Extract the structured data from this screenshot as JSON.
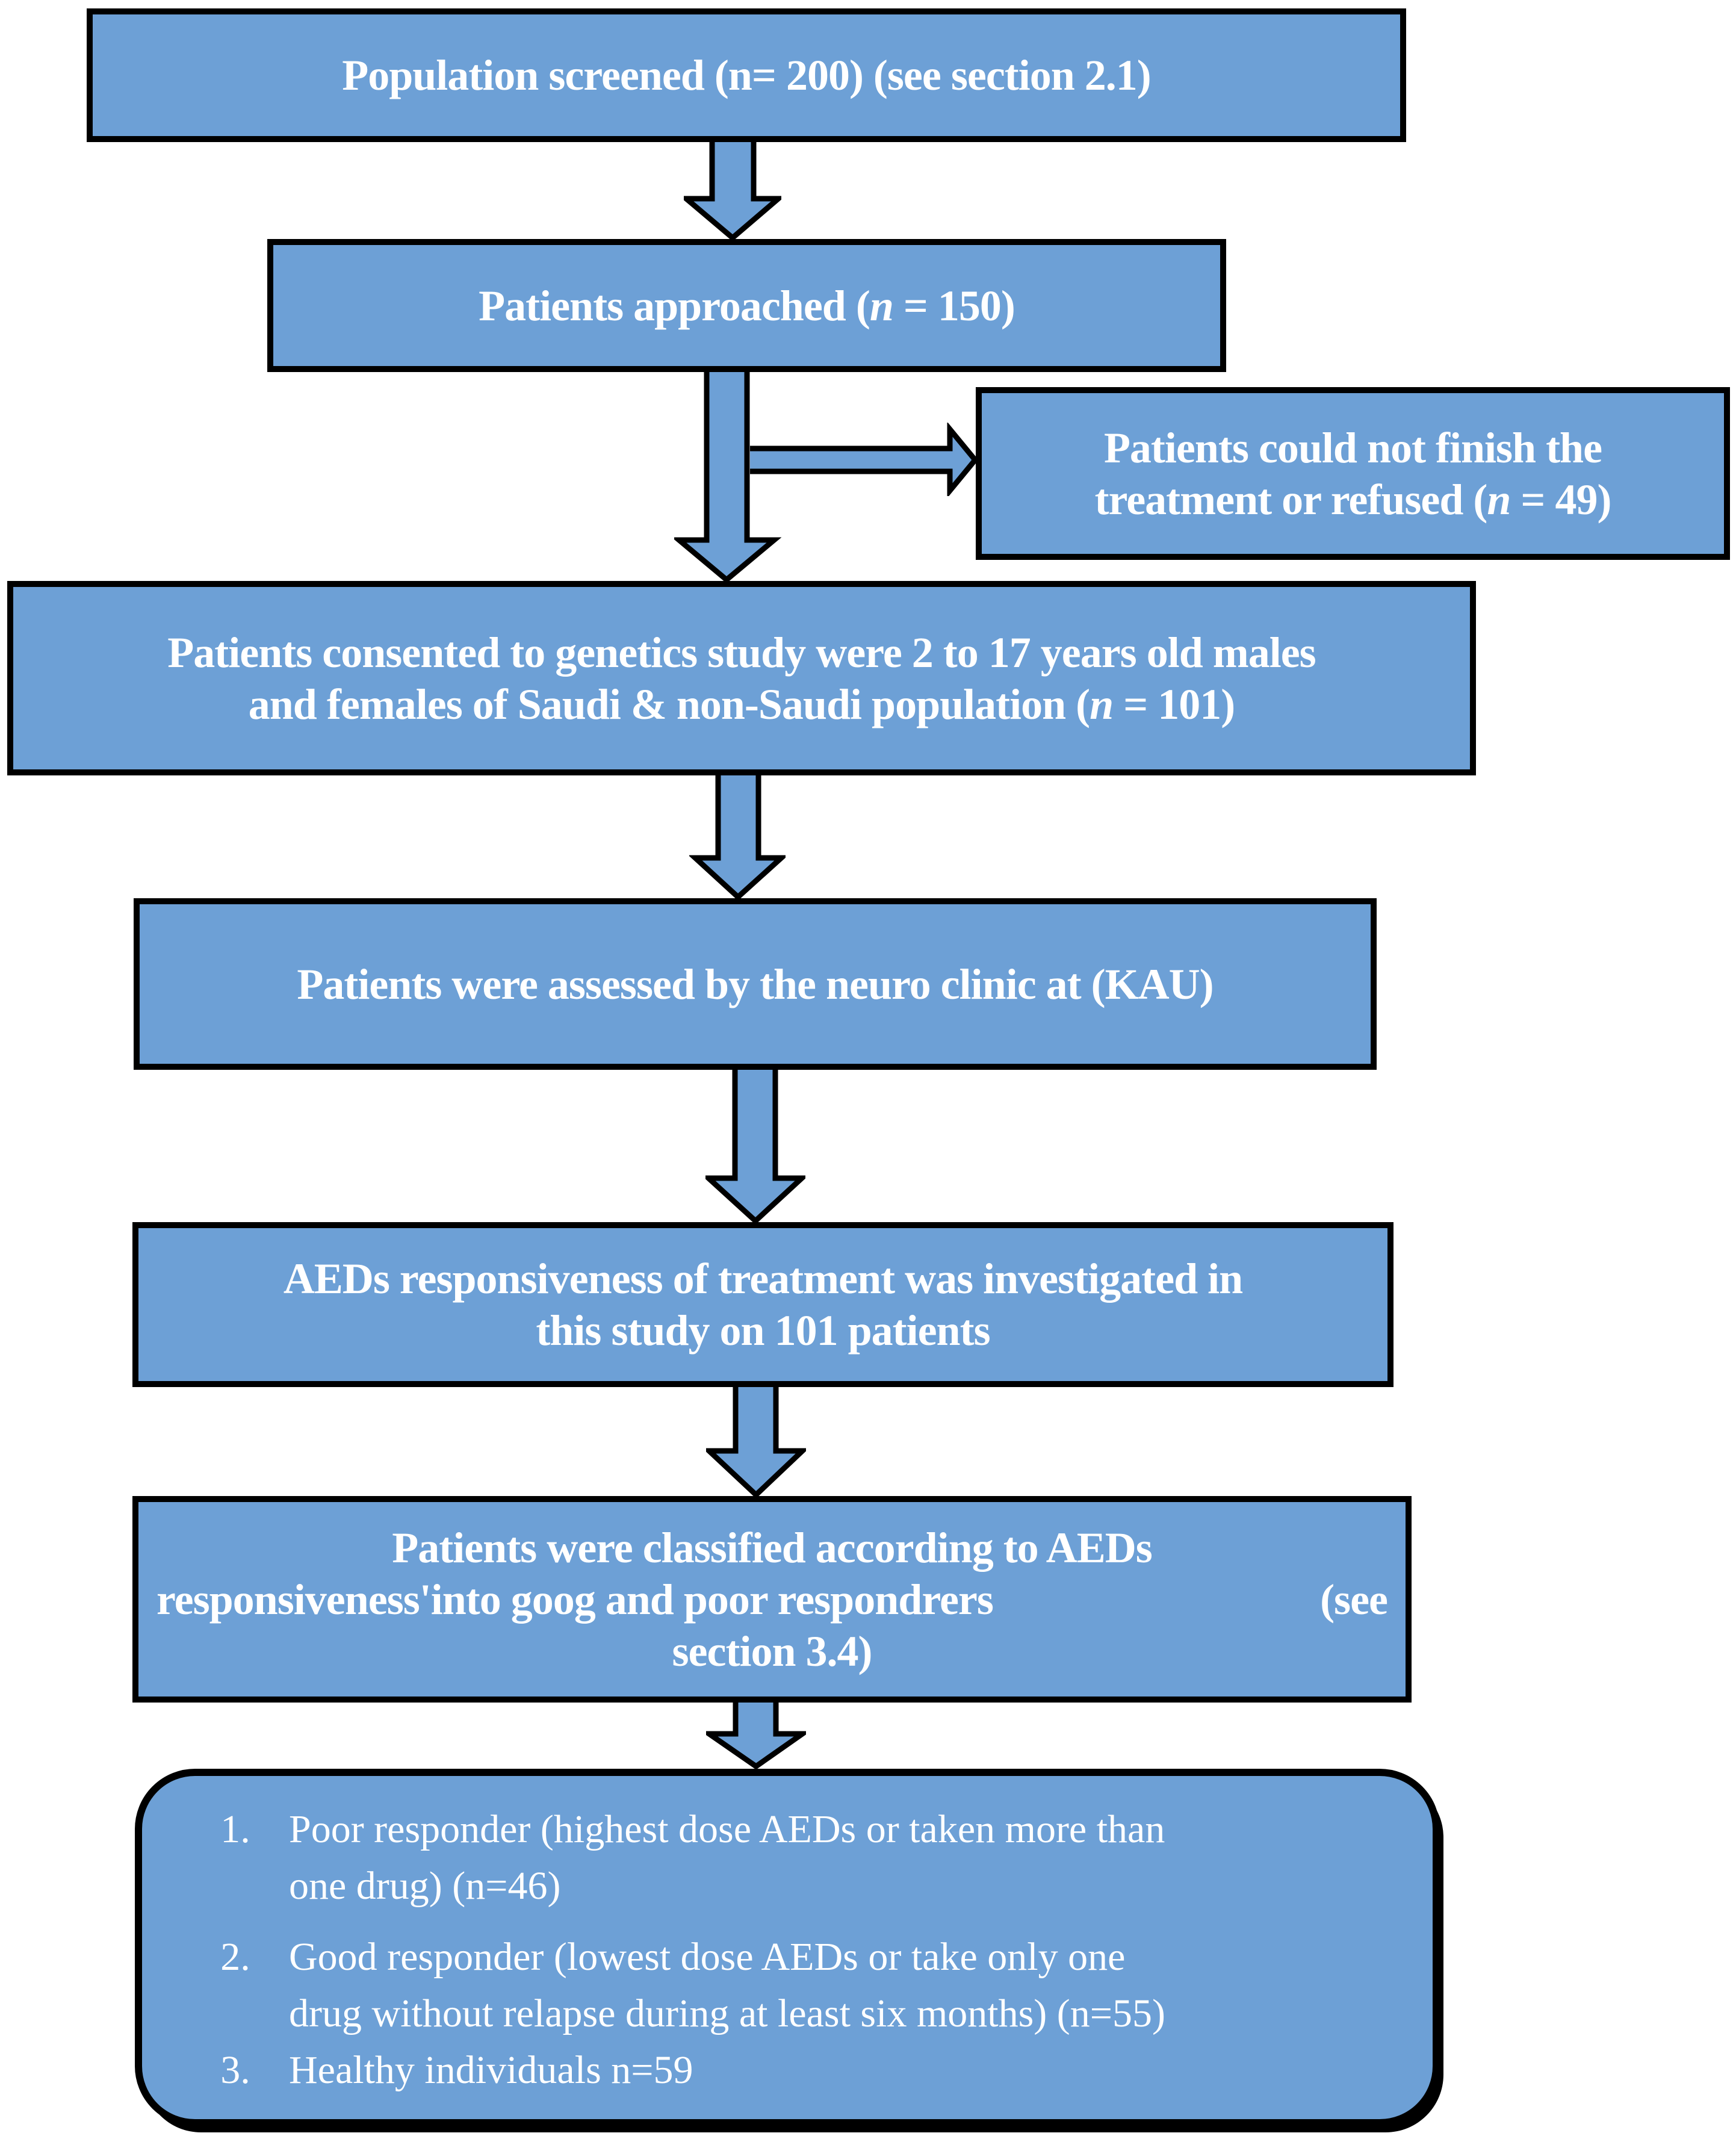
{
  "colors": {
    "box_fill": "#6DA0D6",
    "box_border": "#000000",
    "text": "#FFFFFF",
    "background": "#FFFFFF"
  },
  "flow": {
    "screened": {
      "text": "Population screened (n= 200) (see section 2.1)"
    },
    "approached": {
      "pre": "Patients approached (",
      "n": "n",
      "post": " = 150)"
    },
    "not_finished": {
      "line1": "Patients could not finish the",
      "line2_pre": "treatment or refused (",
      "n": "n",
      "line2_post": " = 49)"
    },
    "consented": {
      "line1": "Patients consented to genetics study were 2 to 17 years old males",
      "line2_pre": "and females of Saudi & non-Saudi population (",
      "n": "n",
      "line2_post": " = 101)"
    },
    "assessed": {
      "text": "Patients were assessed by the neuro clinic at (KAU)"
    },
    "investigated": {
      "line1": "AEDs responsiveness of treatment was investigated in",
      "line2": "this study on 101 patients"
    },
    "classified": {
      "line1": "Patients were classified according to AEDs",
      "line2_left": "responsiveness'into goog and poor respondrers",
      "line2_right": "(see",
      "line3": "section 3.4)"
    },
    "outcomes": {
      "items": [
        {
          "num": "1.",
          "lines": [
            "Poor responder (highest dose AEDs or taken more than",
            "one drug) (n=46)"
          ]
        },
        {
          "num": "2.",
          "lines": [
            "Good responder (lowest dose AEDs or take only one",
            "drug without relapse during at least six months) (n=55)"
          ]
        },
        {
          "num": "3.",
          "lines": [
            "Healthy individuals n=59"
          ]
        }
      ]
    }
  }
}
